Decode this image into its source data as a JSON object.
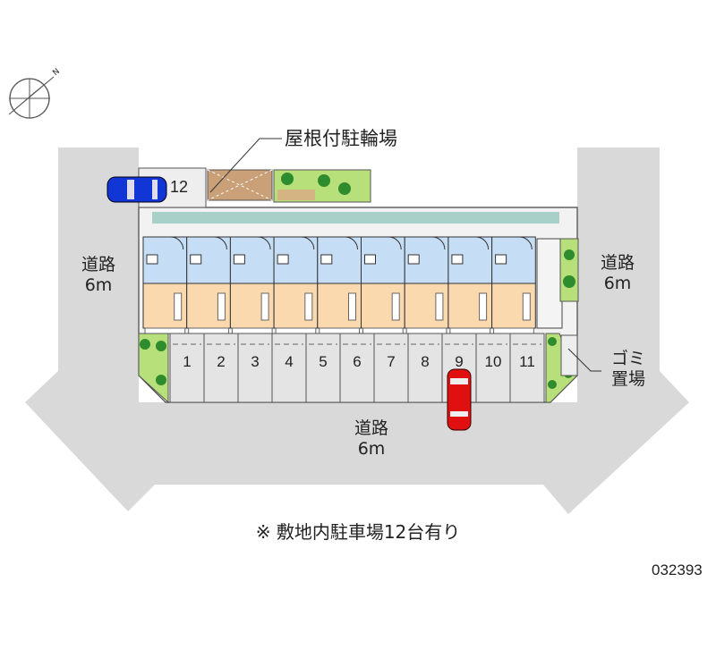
{
  "labels": {
    "bike_parking": "屋根付駐輪場",
    "road_left": {
      "name": "道路",
      "width": "6m"
    },
    "road_right": {
      "name": "道路",
      "width": "6m"
    },
    "road_bottom": {
      "name": "道路",
      "width": "6m"
    },
    "garbage": {
      "line1": "ゴミ",
      "line2": "置場"
    },
    "note": "※ 敷地内駐車場12台有り",
    "property_id": "032393",
    "compass": "N"
  },
  "parking_spaces": [
    "1",
    "2",
    "3",
    "4",
    "5",
    "6",
    "7",
    "8",
    "9",
    "10",
    "11"
  ],
  "extra_space": "12",
  "unit_count": 9,
  "colors": {
    "road": "#d8d8d8",
    "room": "#f9d9ad",
    "wet_area": "#c5def5",
    "green": "#b8e07a",
    "bike": "#c9a078",
    "car_blue": "#1236d6",
    "car_red": "#e01010"
  }
}
